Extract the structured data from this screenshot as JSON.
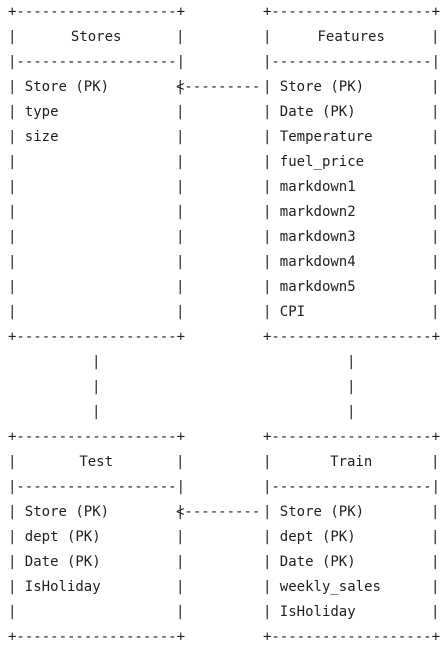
{
  "tables": {
    "stores": {
      "title": "Stores",
      "fields": [
        "Store (PK)",
        "type",
        "size"
      ]
    },
    "features": {
      "title": "Features",
      "fields": [
        "Store (PK)",
        "Date (PK)",
        "Temperature",
        "fuel_price",
        "markdown1",
        "markdown2",
        "markdown3",
        "markdown4",
        "markdown5",
        "CPI"
      ]
    },
    "test": {
      "title": "Test",
      "fields": [
        "Store (PK)",
        "dept (PK)",
        "Date (PK)",
        "IsHoliday"
      ]
    },
    "train": {
      "title": "Train",
      "fields": [
        "Store (PK)",
        "dept (PK)",
        "Date (PK)",
        "weekly_sales",
        "IsHoliday"
      ]
    }
  },
  "connectors": {
    "arrow": "<---------",
    "vertical": "|"
  }
}
